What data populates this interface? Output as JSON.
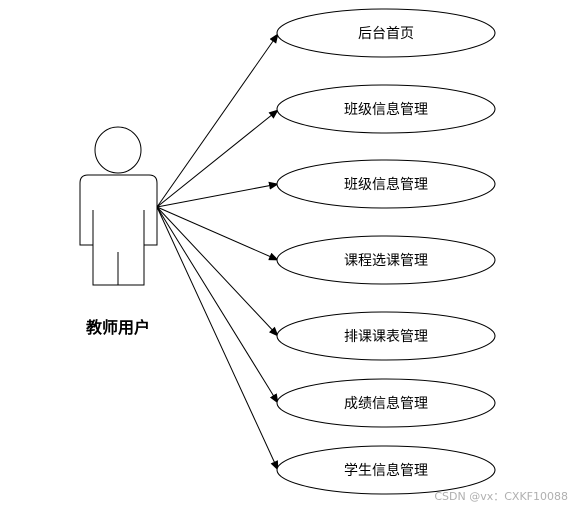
{
  "actor": {
    "label": "教师用户"
  },
  "use_cases": [
    {
      "label": "后台首页"
    },
    {
      "label": "班级信息管理"
    },
    {
      "label": "班级信息管理"
    },
    {
      "label": "课程选课管理"
    },
    {
      "label": "排课课表管理"
    },
    {
      "label": "成绩信息管理"
    },
    {
      "label": "学生信息管理"
    }
  ],
  "watermark": "CSDN @vx：CXKF10088",
  "colors": {
    "stroke": "#000000",
    "background": "#ffffff",
    "watermark": "#b0b0b0"
  }
}
